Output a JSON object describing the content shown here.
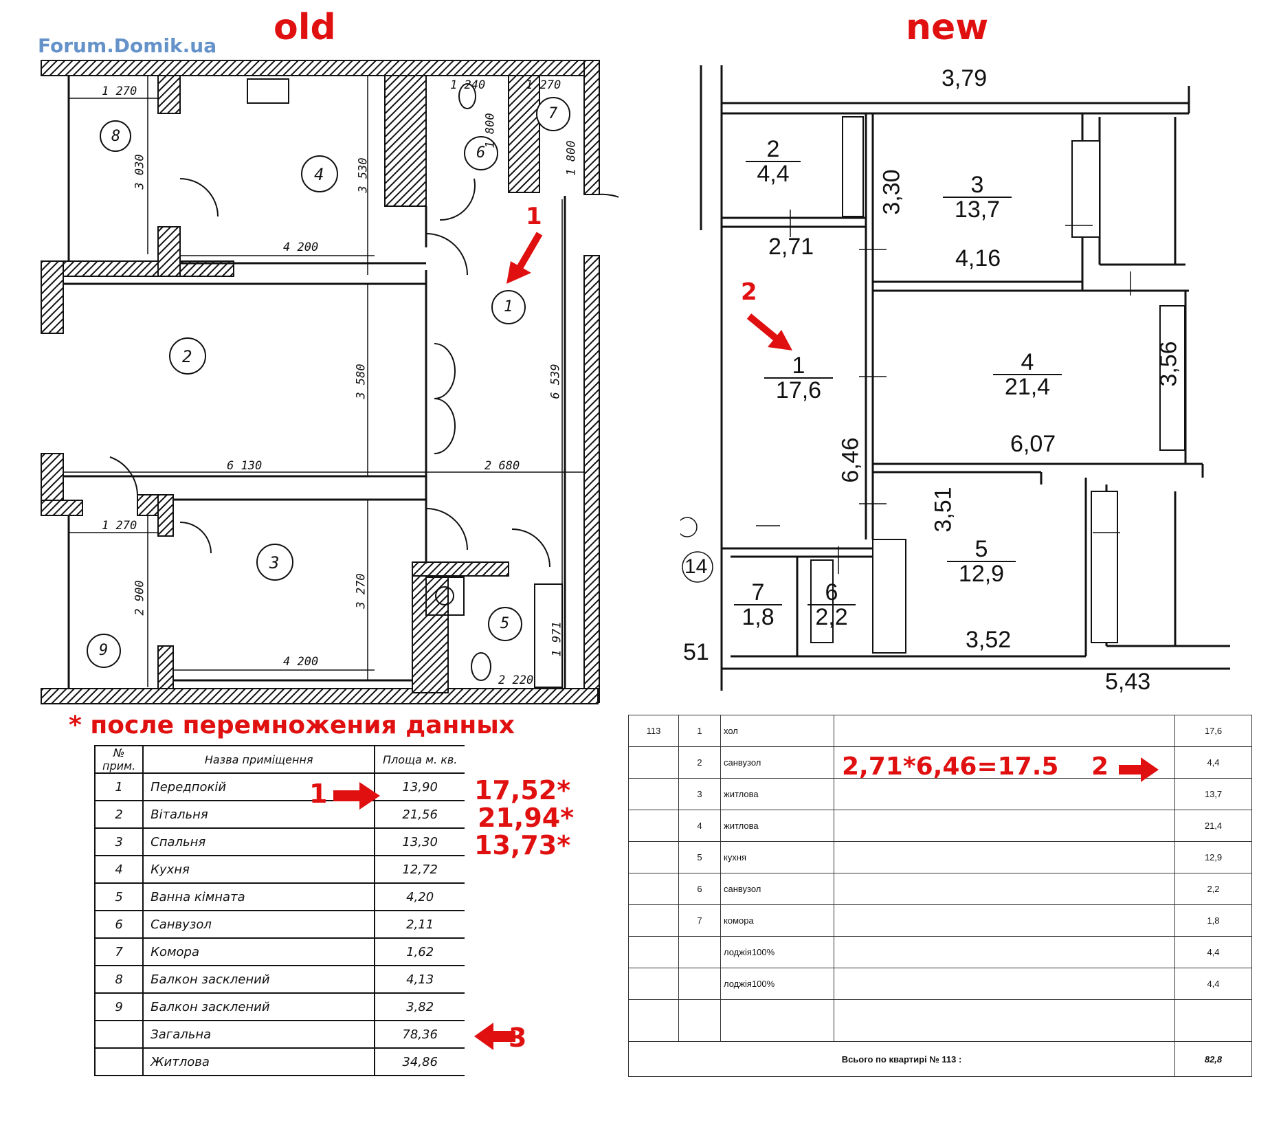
{
  "header": {
    "old_title": "old",
    "new_title": "new",
    "watermark": "Forum.Domik.ua"
  },
  "old_plan": {
    "rooms": [
      {
        "num": "1"
      },
      {
        "num": "2"
      },
      {
        "num": "3"
      },
      {
        "num": "4"
      },
      {
        "num": "5"
      },
      {
        "num": "6"
      },
      {
        "num": "7"
      },
      {
        "num": "8"
      },
      {
        "num": "9"
      }
    ],
    "dimensions": [
      "1 270",
      "1 240",
      "1 270",
      "3 030",
      "3 530",
      "1 800",
      "1 800",
      "4 200",
      "3 580",
      "6 130",
      "2 680",
      "6 539",
      "1 270",
      "2 900",
      "3 270",
      "4 200",
      "1 971",
      "2 220"
    ],
    "marker": "1"
  },
  "new_plan": {
    "rooms": [
      {
        "num": "2",
        "area": "4,4"
      },
      {
        "num": "3",
        "area": "13,7"
      },
      {
        "num": "1",
        "area": "17,6"
      },
      {
        "num": "4",
        "area": "21,4"
      },
      {
        "num": "5",
        "area": "12,9"
      },
      {
        "num": "7",
        "area": "1,8"
      },
      {
        "num": "6",
        "area": "2,2"
      }
    ],
    "dimensions": [
      "3,79",
      "3,30",
      "2,71",
      "4,16",
      "3,56",
      "6,07",
      "6,46",
      "3,51",
      "3,52",
      "5,43",
      "14",
      "51"
    ],
    "marker": "2"
  },
  "note": "* после перемножения данных",
  "old_table": {
    "headers": [
      "№ прим.",
      "Назва приміщення",
      "Площа м. кв."
    ],
    "rows": [
      {
        "n": "1",
        "name": "Передпокій",
        "area": "13,90"
      },
      {
        "n": "2",
        "name": "Вітальня",
        "area": "21,56"
      },
      {
        "n": "3",
        "name": "Спальня",
        "area": "13,30"
      },
      {
        "n": "4",
        "name": "Кухня",
        "area": "12,72"
      },
      {
        "n": "5",
        "name": "Ванна кімната",
        "area": "4,20"
      },
      {
        "n": "6",
        "name": "Санвузол",
        "area": "2,11"
      },
      {
        "n": "7",
        "name": "Комора",
        "area": "1,62"
      },
      {
        "n": "8",
        "name": "Балкон засклений",
        "area": "4,13"
      },
      {
        "n": "9",
        "name": "Балкон засклений",
        "area": "3,82"
      },
      {
        "n": "",
        "name": "Загальна",
        "area": "78,36"
      },
      {
        "n": "",
        "name": "Житлова",
        "area": "34,86"
      }
    ],
    "recalc": [
      "17,52*",
      "21,94*",
      "13,73*"
    ],
    "marker1": "1",
    "marker3": "3"
  },
  "new_table": {
    "apt": "113",
    "rows": [
      {
        "n": "1",
        "name": "хол",
        "area": "17,6"
      },
      {
        "n": "2",
        "name": "санвузол",
        "area": "4,4"
      },
      {
        "n": "3",
        "name": "житлова",
        "area": "13,7"
      },
      {
        "n": "4",
        "name": "житлова",
        "area": "21,4"
      },
      {
        "n": "5",
        "name": "кухня",
        "area": "12,9"
      },
      {
        "n": "6",
        "name": "санвузол",
        "area": "2,2"
      },
      {
        "n": "7",
        "name": "комора",
        "area": "1,8"
      },
      {
        "n": "",
        "name": "лоджія100%",
        "area": "4,4"
      },
      {
        "n": "",
        "name": "лоджія100%",
        "area": "4,4"
      }
    ],
    "total_label": "Всього по квартирі № 113 :",
    "total": "82,8",
    "formula": "2,71*6,46=17.5",
    "marker2": "2"
  },
  "colors": {
    "red": "#e01010",
    "watermark": "#4a7fc0",
    "hatch": "#111111"
  }
}
